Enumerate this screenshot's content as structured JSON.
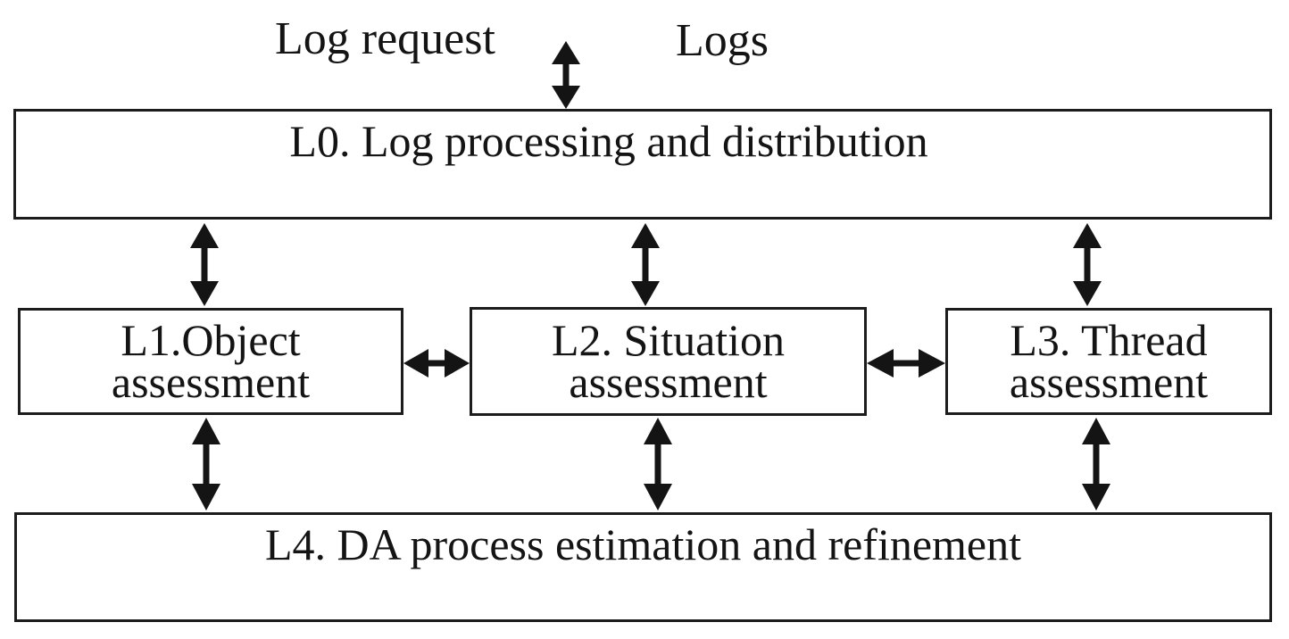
{
  "diagram": {
    "title_hint": "Log processing / data assessment levels diagram",
    "colors": {
      "background": "#ffffff",
      "border": "#1c1c1c",
      "text": "#141414",
      "arrow": "#141414"
    },
    "external": {
      "log_request_label": "Log request",
      "logs_label": "Logs"
    },
    "boxes": {
      "l0": {
        "label": "L0. Log processing and distribution"
      },
      "l1": {
        "line1": "L1.Object",
        "line2": "assessment"
      },
      "l2": {
        "line1": "L2. Situation",
        "line2": "assessment"
      },
      "l3": {
        "line1": "L3. Thread",
        "line2": "assessment"
      },
      "l4": {
        "label": "L4. DA process estimation and refinement"
      }
    },
    "connections": [
      "logs <-> L0",
      "L0 <-> L1",
      "L0 <-> L2",
      "L0 <-> L3",
      "L1 <-> L2",
      "L2 <-> L3",
      "L1 <-> L4",
      "L2 <-> L4",
      "L3 <-> L4"
    ]
  }
}
